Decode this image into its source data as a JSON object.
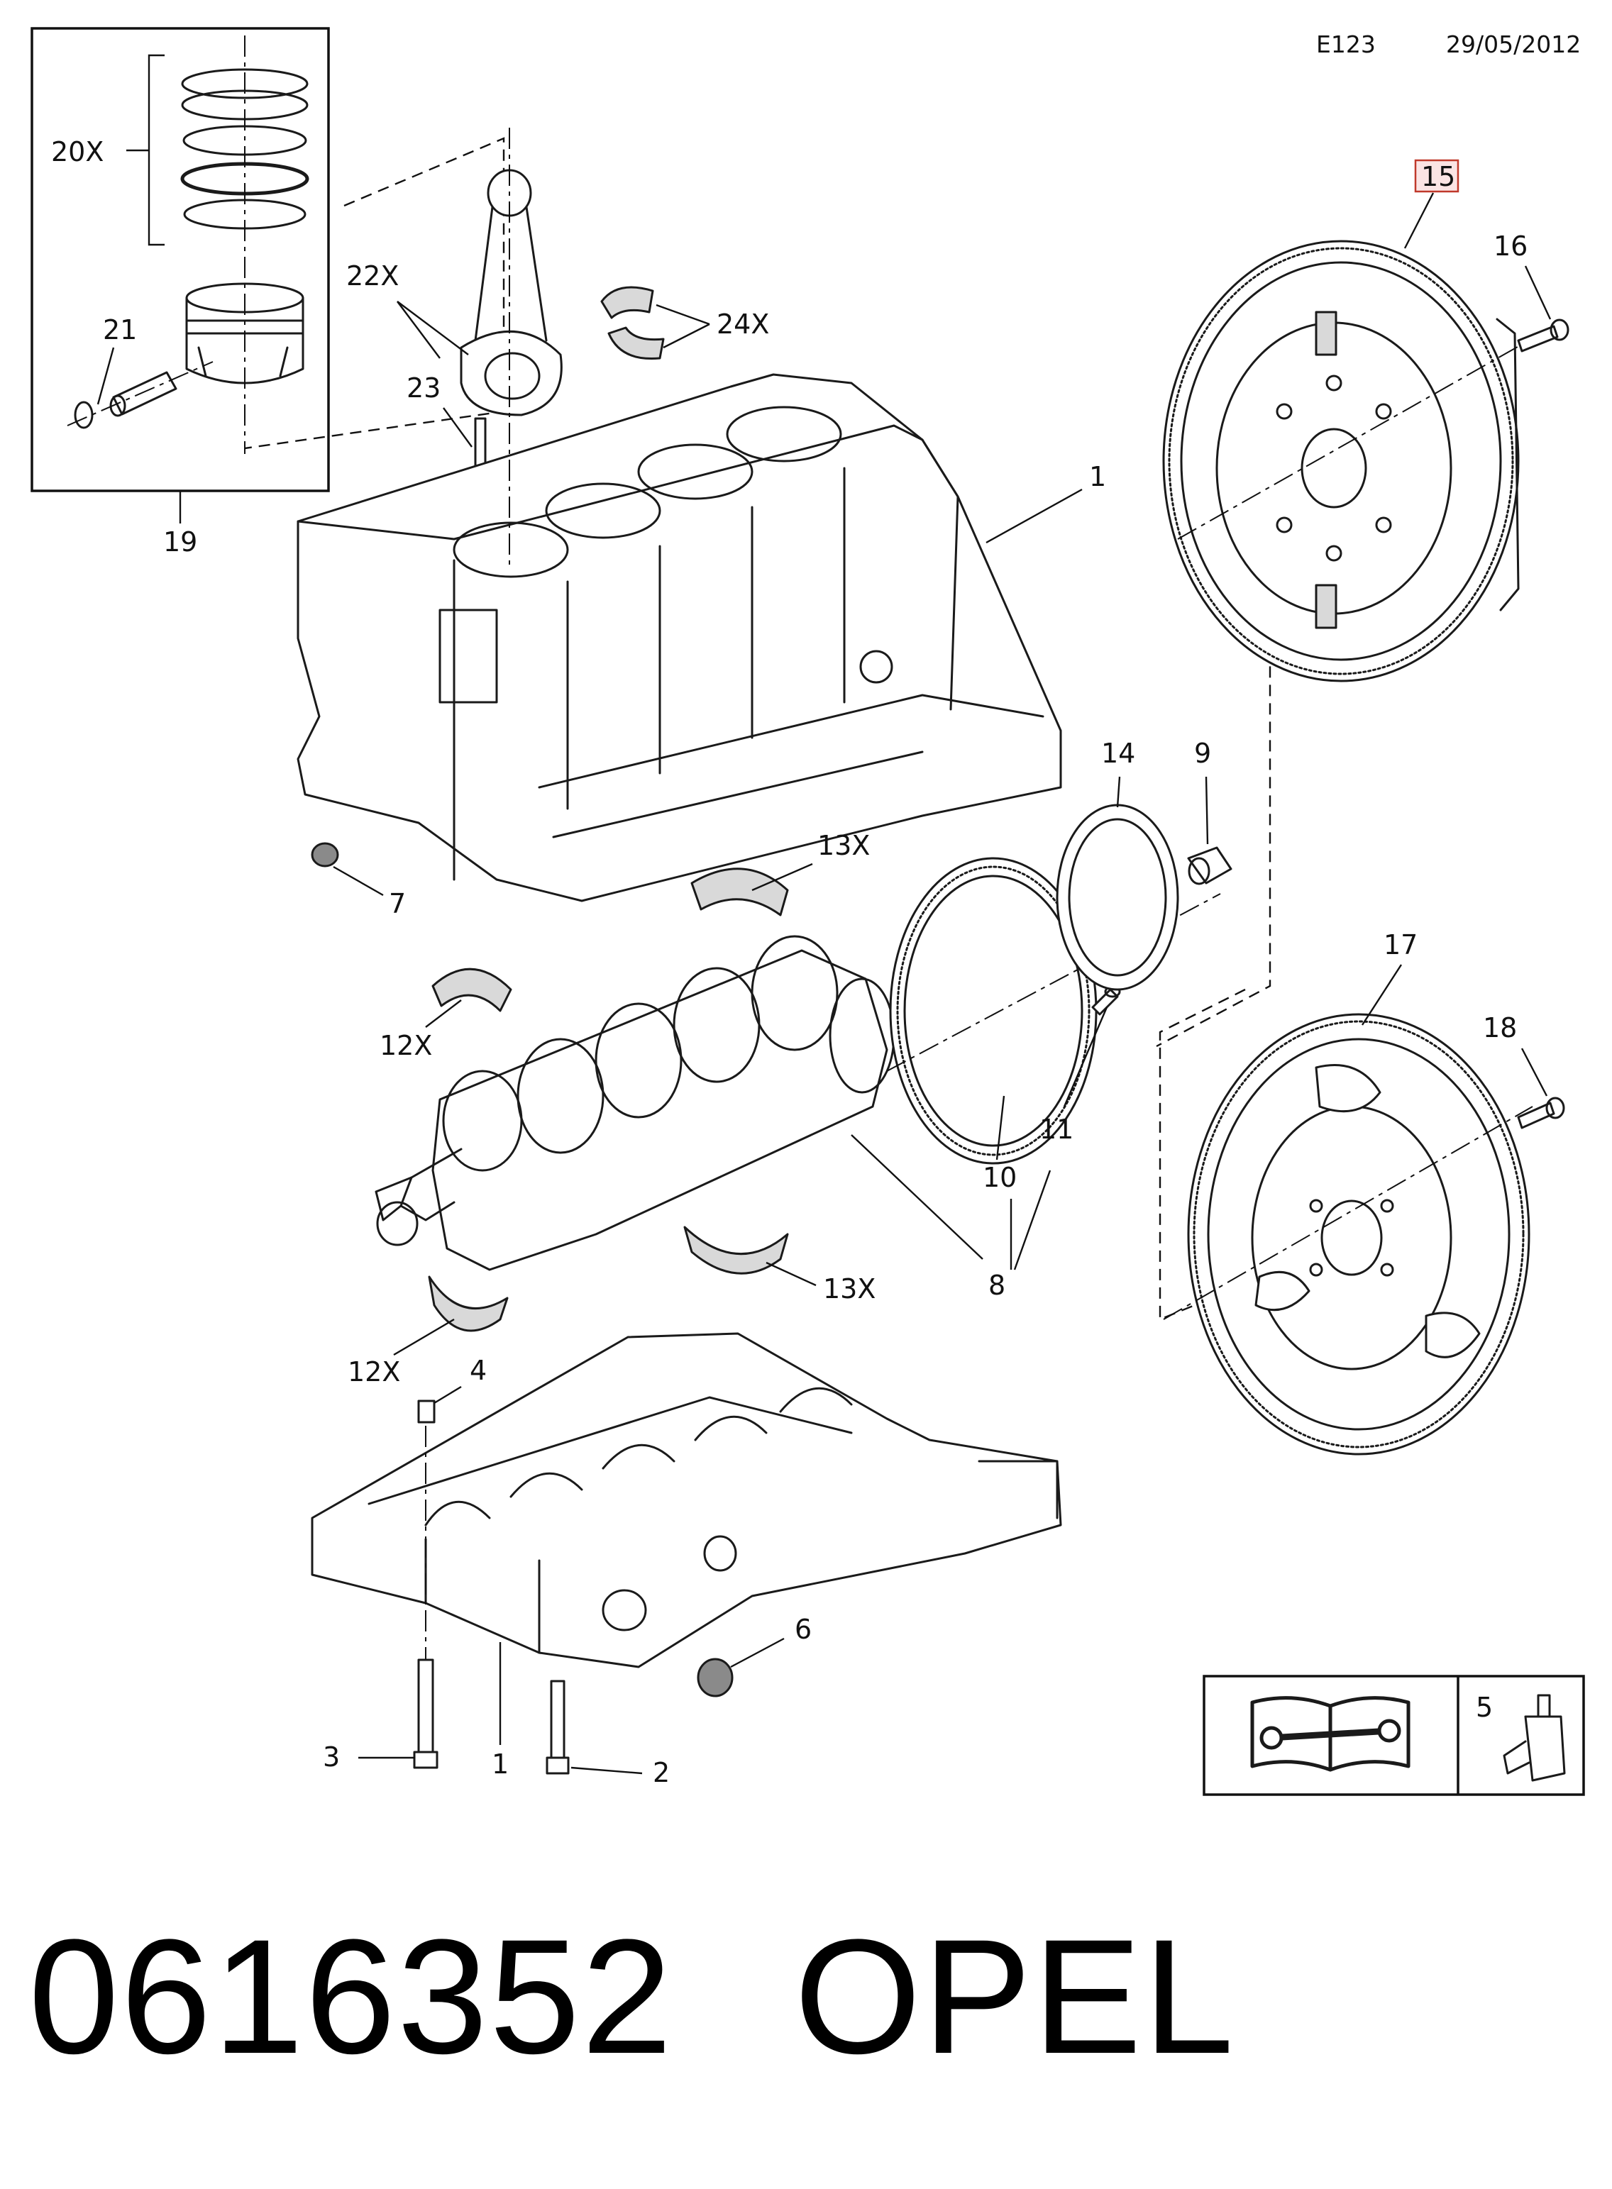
{
  "header": {
    "code": "E123",
    "date": "29/05/2012"
  },
  "callouts": {
    "c1a": "1",
    "c1b": "1",
    "c2": "2",
    "c3": "3",
    "c4": "4",
    "c5": "5",
    "c6": "6",
    "c7": "7",
    "c8": "8",
    "c9": "9",
    "c10": "10",
    "c11": "11",
    "c12a": "12X",
    "c12b": "12X",
    "c13a": "13X",
    "c13b": "13X",
    "c14": "14",
    "c15": "15",
    "c16": "16",
    "c17": "17",
    "c18": "18",
    "c19": "19",
    "c20": "20X",
    "c21": "21",
    "c22": "22X",
    "c23": "23",
    "c24": "24X"
  },
  "footer": {
    "part_number": "0616352",
    "brand": "OPEL"
  },
  "icons": {
    "manual": "service-manual-icon",
    "sensor": "sensor-part-icon"
  },
  "colors": {
    "highlight_border": "#c0392b",
    "highlight_fill": "#fbe4e4",
    "line": "#111111"
  }
}
